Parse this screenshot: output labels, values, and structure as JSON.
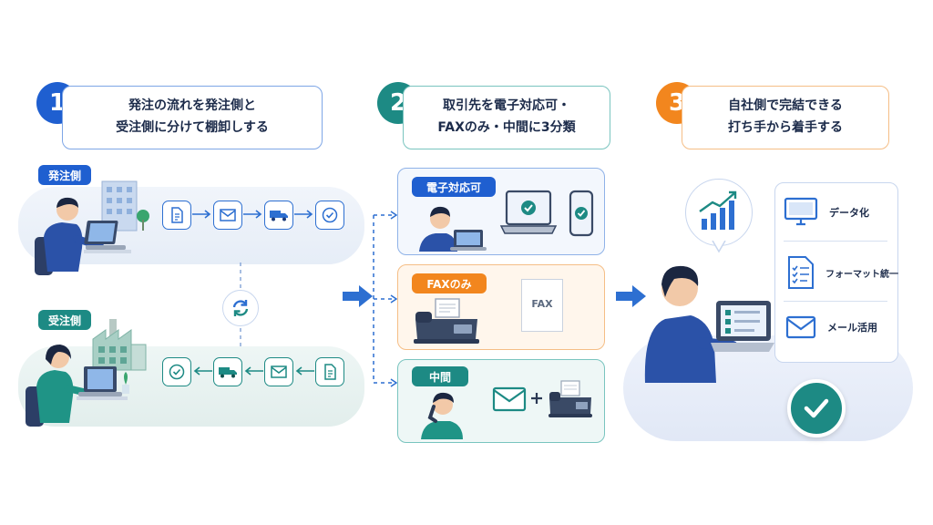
{
  "step1": {
    "number": "1",
    "line1": "発注の流れを発注側と",
    "line2": "受注側に分けて棚卸しする",
    "color": "#1f5fd0"
  },
  "step2": {
    "number": "2",
    "line1": "取引先を電子対応可・",
    "line2": "FAXのみ・中間に3分類",
    "color": "#1d8a84"
  },
  "step3": {
    "number": "3",
    "line1": "自社側で完結できる",
    "line2": "打ち手から着手する",
    "color": "#f2861e"
  },
  "left": {
    "ordering_tag": "発注側",
    "receiving_tag": "受注側"
  },
  "categories": {
    "electronic": "電子対応可",
    "fax_only": "FAXのみ",
    "middle": "中間"
  },
  "fax_doc_label": "FAX",
  "actions": [
    "データ化",
    "フォーマット統一",
    "メール活用"
  ],
  "colors": {
    "blue": "#1f5fd0",
    "teal": "#1d8a84",
    "orange": "#f2861e"
  }
}
